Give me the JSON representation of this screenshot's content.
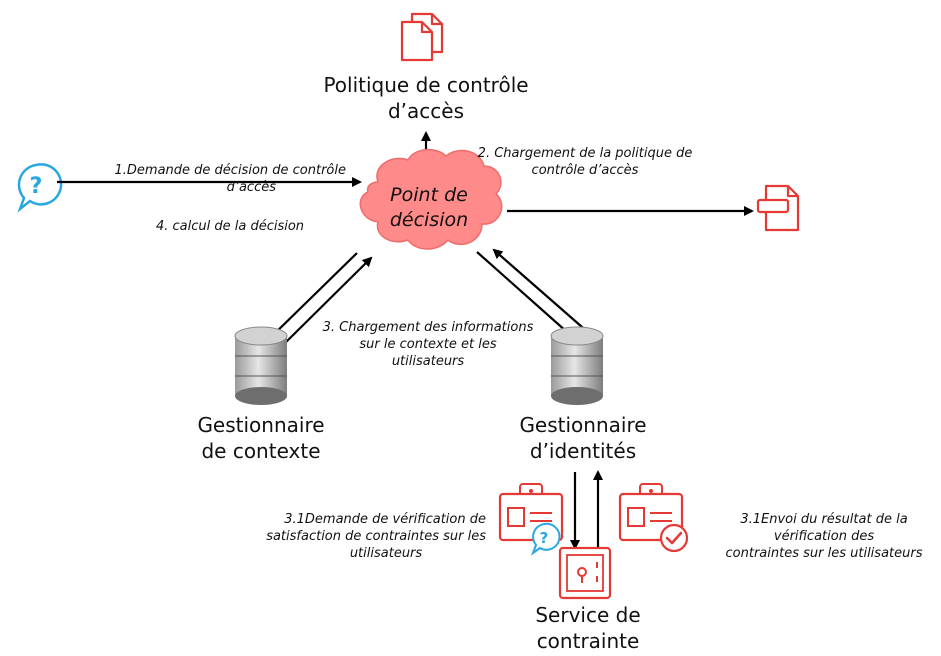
{
  "nodes": {
    "policy": {
      "line1": "Politique de contrôle",
      "line2": "d’accès"
    },
    "decision": {
      "line1": "Point de",
      "line2": "décision"
    },
    "context": {
      "line1": "Gestionnaire",
      "line2": "de contexte"
    },
    "identity": {
      "line1": "Gestionnaire",
      "line2": "d’identités"
    },
    "constraint": {
      "line1": "Service de",
      "line2": "contrainte"
    }
  },
  "annotations": {
    "request": {
      "line1": "1.Demande de décision de contrôle",
      "line2": "d’accès"
    },
    "compute": "4. calcul de la décision",
    "load_policy": {
      "line1": "2. Chargement de la politique de",
      "line2": "contrôle d’accès"
    },
    "load_info": {
      "line1": "3. Chargement des informations",
      "line2": "sur le contexte et les",
      "line3": "utilisateurs"
    },
    "verify_request": {
      "line1": "3.1Demande de vérification de",
      "line2": "satisfaction de contraintes sur les",
      "line3": "utilisateurs"
    },
    "verify_result": {
      "line1": "3.1Envoi du résultat de la",
      "line2": "vérification des",
      "line3": "contraintes sur les utilisateurs"
    }
  },
  "icons": {
    "documents": "documents-icon",
    "question": "question-bubble-icon",
    "output_document": "document-output-icon",
    "database_context": "database-icon",
    "database_identity": "database-icon",
    "id_card_question": "id-card-question-icon",
    "id_card_check": "id-card-check-icon",
    "safe": "safe-icon"
  },
  "colors": {
    "accent_red": "#e53935",
    "cloud_fill": "#ff8a8a",
    "question_blue": "#2aa7e0",
    "arrow": "#000000"
  }
}
